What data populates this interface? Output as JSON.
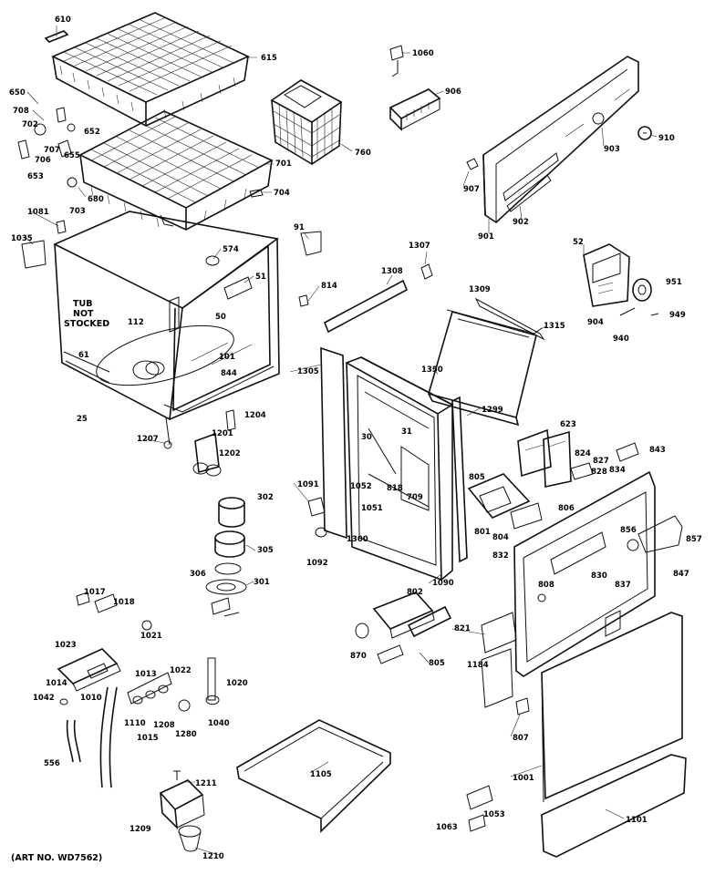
{
  "labels": {
    "p610": "610",
    "p615": "615",
    "p650": "650",
    "p708": "708",
    "p702": "702",
    "p652": "652",
    "p707": "707",
    "p706": "706",
    "p655": "655",
    "p653": "653",
    "p701": "701",
    "p680": "680",
    "p703": "703",
    "p704": "704",
    "p760": "760",
    "p1060": "1060",
    "p906": "906",
    "p907": "907",
    "p903": "903",
    "p910": "910",
    "p901": "901",
    "p902": "902",
    "p1081": "1081",
    "p1035": "1035",
    "p574": "574",
    "p91": "91",
    "p1307": "1307",
    "p52": "52",
    "p51": "51",
    "p814": "814",
    "p1308": "1308",
    "p1309": "1309",
    "p904": "904",
    "p951": "951",
    "p1315": "1315",
    "p949": "949",
    "p940": "940",
    "tub1": "TUB",
    "tub2": "NOT",
    "tub3": "STOCKED",
    "p112": "112",
    "p50": "50",
    "p61": "61",
    "p101": "101",
    "p844": "844",
    "p25": "25",
    "p1305": "1305",
    "p1350": "1350",
    "p1299": "1299",
    "p31": "31",
    "p30": "30",
    "p1207": "1207",
    "p1201": "1201",
    "p1204": "1204",
    "p1202": "1202",
    "p1091": "1091",
    "p1052": "1052",
    "p818": "818",
    "p709": "709",
    "p1051": "1051",
    "p1300": "1300",
    "p623": "623",
    "p824": "824",
    "p827": "827",
    "p828": "828",
    "p834": "834",
    "p843": "843",
    "p805": "805",
    "p806": "806",
    "p801": "801",
    "p804": "804",
    "p856": "856",
    "p857": "857",
    "p832": "832",
    "p302": "302",
    "p305": "305",
    "p306": "306",
    "p301": "301",
    "p1092": "1092",
    "p1090": "1090",
    "p808": "808",
    "p830": "830",
    "p837": "837",
    "p847": "847",
    "p1017": "1017",
    "p1018": "1018",
    "p802": "802",
    "p821": "821",
    "p1021": "1021",
    "p1023": "1023",
    "p1013": "1013",
    "p1022": "1022",
    "p1020": "1020",
    "p870": "870",
    "p805b": "805",
    "p1184": "1184",
    "p1014": "1014",
    "p1010": "1010",
    "p1042": "1042",
    "p1110": "1110",
    "p1208": "1208",
    "p1040": "1040",
    "p1015": "1015",
    "p1280": "1280",
    "p807": "807",
    "p556": "556",
    "p1105": "1105",
    "p1001": "1001",
    "p1211": "1211",
    "p1053": "1053",
    "p1209": "1209",
    "p1063": "1063",
    "p1101": "1101",
    "p1210": "1210",
    "artno": "(ART NO. WD7562)"
  }
}
